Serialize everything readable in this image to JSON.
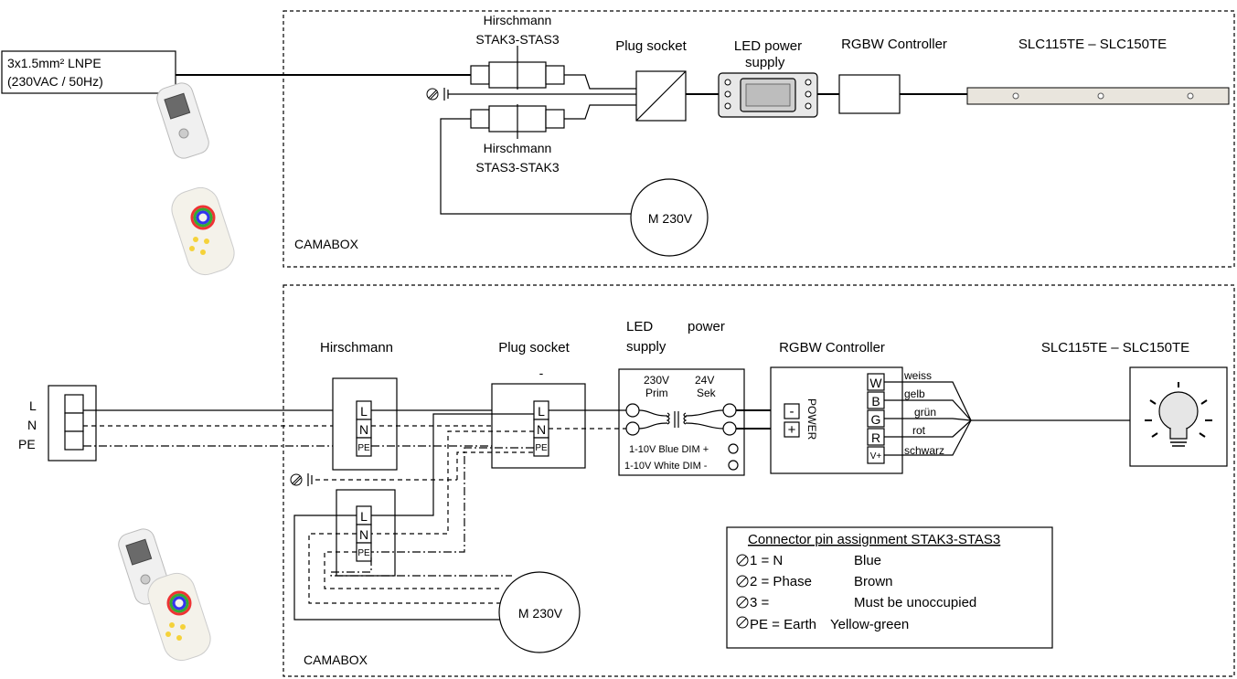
{
  "top": {
    "supply_line1": "3x1.5mm² LNPE",
    "supply_line2": "(230VAC / 50Hz)",
    "hirschmann_top_1": "Hirschmann",
    "hirschmann_top_2": "STAK3-STAS3",
    "hirschmann_bottom_1": "Hirschmann",
    "hirschmann_bottom_2": "STAS3-STAK3",
    "plug_socket": "Plug socket",
    "led_power_1": "LED power",
    "led_power_2": "supply",
    "rgbw_controller": "RGBW Controller",
    "slc": "SLC115TE – SLC150TE",
    "motor": "M 230V",
    "camabox": "CAMABOX"
  },
  "bottom": {
    "input_terminals": [
      "L",
      "N",
      "PE"
    ],
    "hirschmann": "Hirschmann",
    "plug_socket": "Plug socket",
    "plug_socket_mark": "-",
    "led_1": "LED",
    "led_power": "power",
    "led_supply": "supply",
    "prim_voltage": "230V",
    "prim": "Prim",
    "sek_voltage": "24V",
    "sek": "Sek",
    "blue_dim": "1-10V Blue DIM +",
    "white_dim": "1-10V White DIM -",
    "rgbw_controller": "RGBW Controller",
    "power_minus": "-",
    "power_plus": "+",
    "power_label": "POWER",
    "channels": [
      "W",
      "B",
      "G",
      "R",
      "V+"
    ],
    "wires": [
      "weiss",
      "gelb",
      "grün",
      "rot",
      "schwarz"
    ],
    "connector_labels": [
      "L",
      "N",
      "PE"
    ],
    "slc": "SLC115TE – SLC150TE",
    "motor": "M 230V",
    "camabox": "CAMABOX"
  },
  "legend": {
    "title": "Connector pin assignment STAK3-STAS3",
    "rows": [
      {
        "pin": "1 = N",
        "desc": "Blue"
      },
      {
        "pin": "2 = Phase",
        "desc": "Brown"
      },
      {
        "pin": "3 =",
        "desc": "Must be unoccupied"
      },
      {
        "pin": "PE = Earth",
        "desc": "Yellow-green"
      }
    ]
  },
  "icons": [
    "earth-symbol-icon",
    "remote-control-icon",
    "color-wheel-remote-icon",
    "light-bulb-icon",
    "transformer-icon"
  ]
}
